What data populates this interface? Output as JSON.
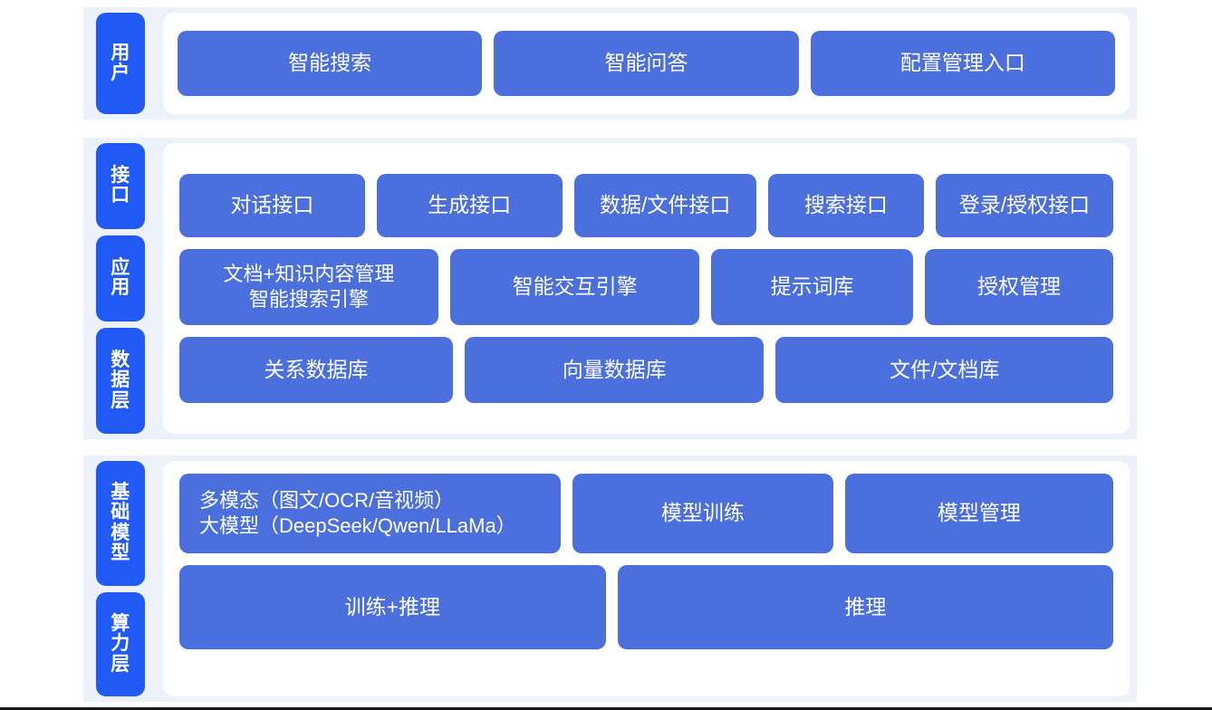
{
  "diagram": {
    "colors": {
      "tab_blue": "#2159f5",
      "box_blue": "#4b6fdd",
      "section_bg": "#ecf1fa",
      "panel_bg": "#ffffff",
      "text": "#ffffff"
    },
    "sections": [
      {
        "id": "user",
        "tabs": [
          {
            "label": "用户"
          }
        ],
        "rows": [
          {
            "boxes": [
              {
                "label": "智能搜索"
              },
              {
                "label": "智能问答"
              },
              {
                "label": "配置管理入口"
              }
            ]
          }
        ]
      },
      {
        "id": "middle",
        "tabs": [
          {
            "label": "接口"
          },
          {
            "label": "应用"
          },
          {
            "label": "数据层"
          }
        ],
        "rows": [
          {
            "boxes": [
              {
                "label": "对话接口"
              },
              {
                "label": "生成接口"
              },
              {
                "label": "数据/文件接口"
              },
              {
                "label": "搜索接口"
              },
              {
                "label": "登录/授权接口"
              }
            ]
          },
          {
            "boxes": [
              {
                "label": "文档+知识内容管理\n智能搜索引擎"
              },
              {
                "label": "智能交互引擎"
              },
              {
                "label": "提示词库"
              },
              {
                "label": "授权管理"
              }
            ]
          },
          {
            "boxes": [
              {
                "label": "关系数据库"
              },
              {
                "label": "向量数据库"
              },
              {
                "label": "文件/文档库"
              }
            ]
          }
        ]
      },
      {
        "id": "base",
        "tabs": [
          {
            "label": "基础模型"
          },
          {
            "label": "算力层"
          }
        ],
        "rows": [
          {
            "boxes": [
              {
                "label": "多模态（图文/OCR/音视频）\n大模型（DeepSeek/Qwen/LLaMa）"
              },
              {
                "label": "模型训练"
              },
              {
                "label": "模型管理"
              }
            ]
          },
          {
            "boxes": [
              {
                "label": "训练+推理"
              },
              {
                "label": "推理"
              }
            ]
          }
        ]
      }
    ]
  }
}
